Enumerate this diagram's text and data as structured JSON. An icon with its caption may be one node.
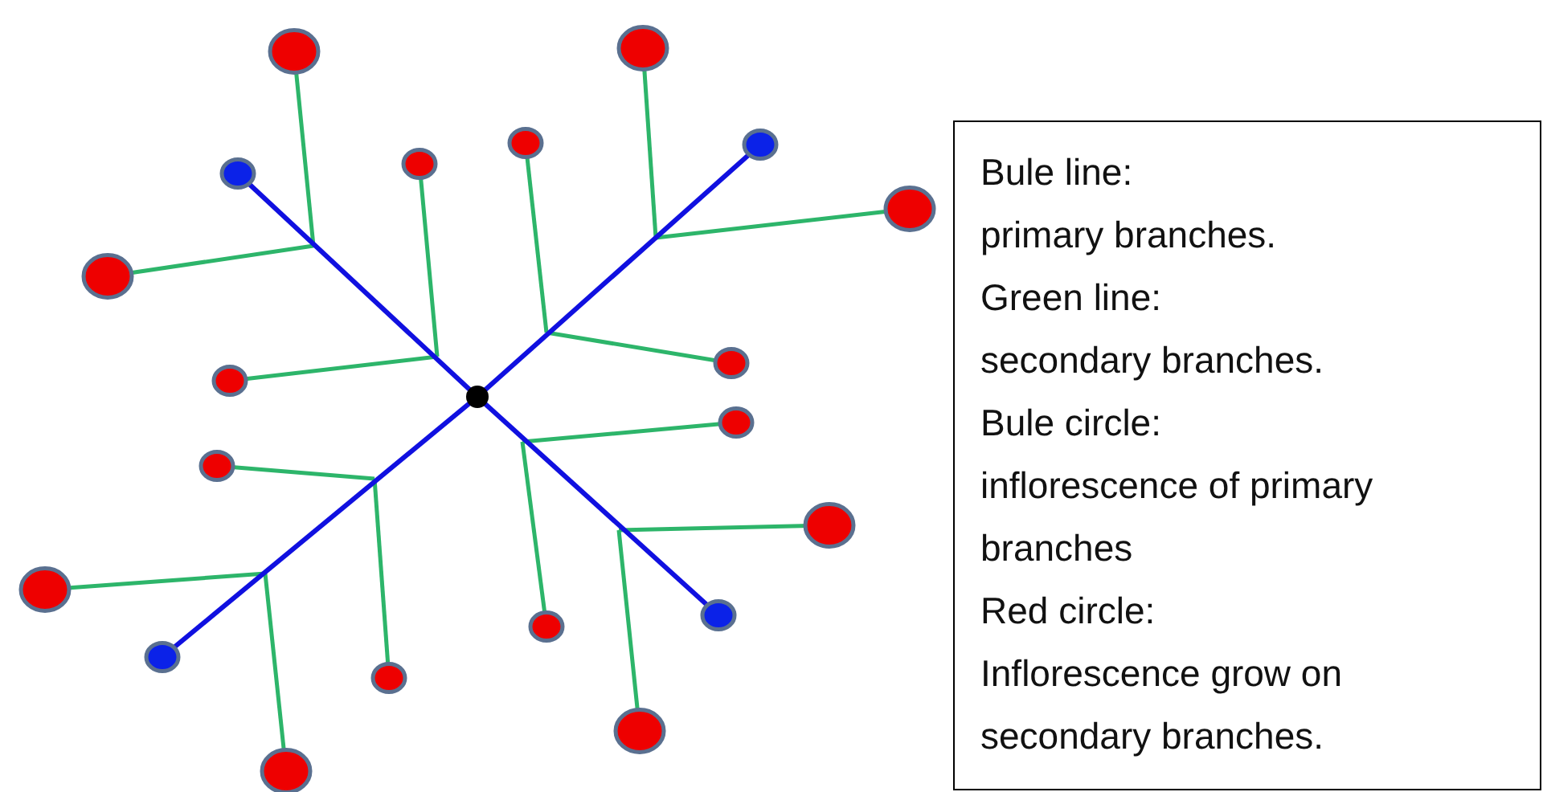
{
  "diagram": {
    "nodes": [
      {
        "text": [
          "Bule line:",
          "primary branches.",
          "Green line:",
          "secondary branches.",
          "Bule circle:",
          "inflorescence of primary branches",
          "Red circle:",
          "Inflorescence grow on secondary branches."
        ]
      }
    ]
  }
}
